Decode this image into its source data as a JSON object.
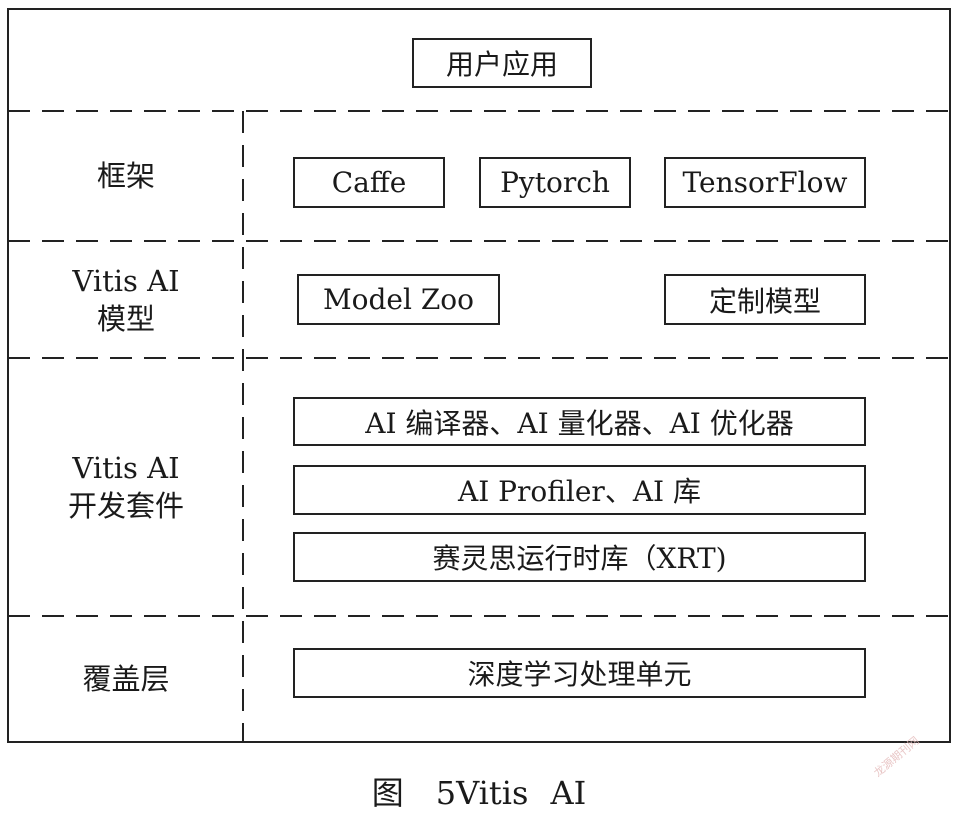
{
  "app_layer": {
    "box": "用户应用"
  },
  "framework_layer": {
    "label": "框架",
    "boxes": [
      "Caffe",
      "Pytorch",
      "TensorFlow"
    ]
  },
  "model_layer": {
    "label_line1": "Vitis AI",
    "label_line2": "模型",
    "boxes": [
      "Model Zoo",
      "定制模型"
    ]
  },
  "dev_kit_layer": {
    "label_line1": "Vitis AI",
    "label_line2": "开发套件",
    "boxes": [
      "AI 编译器、AI 量化器、AI 优化器",
      "AI Profiler、AI 库",
      "赛灵思运行时库（XRT)"
    ]
  },
  "overlay_layer": {
    "label": "覆盖层",
    "boxes": [
      "深度学习处理单元"
    ]
  },
  "caption": "图　5Vitis AI",
  "watermark": "龙源期刊网",
  "colors": {
    "line": "#222222",
    "background": "#ffffff",
    "watermark": "#e3b8b8"
  }
}
